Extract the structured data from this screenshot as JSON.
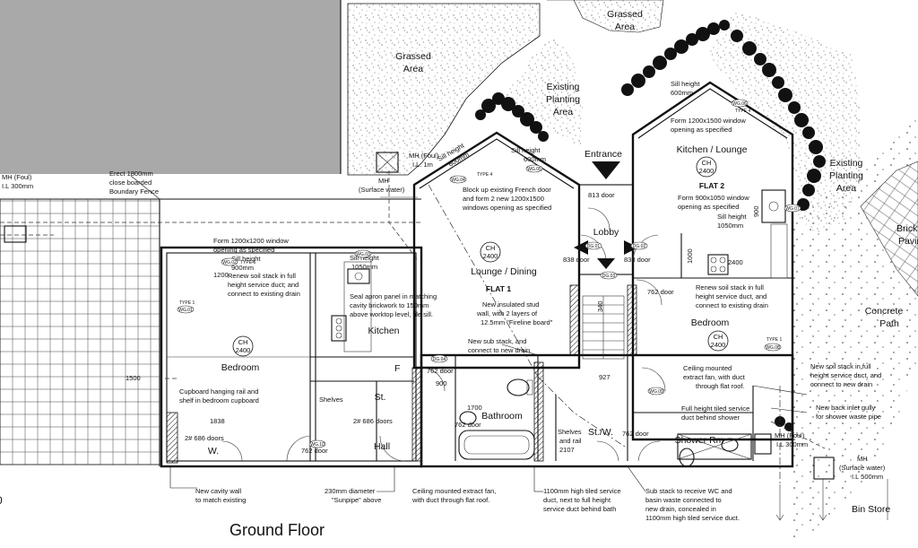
{
  "drawing": {
    "title": "Ground Floor"
  },
  "outside": {
    "grassed_area_1": [
      "Grassed",
      "Area"
    ],
    "grassed_area_2": [
      "Grassed",
      "Area"
    ],
    "planting_1": [
      "Existing",
      "Planting",
      "Area"
    ],
    "planting_2": [
      "Existing",
      "Planting",
      "Area"
    ],
    "concrete_path": [
      "Concrete",
      "Path"
    ],
    "brick_paving": [
      "Brick",
      "Pavin"
    ],
    "bin_store": "Bin Store",
    "fence_note": [
      "Erect 1800mm",
      "close boarded",
      "Boundary Fence"
    ],
    "mh_left": [
      "MH (Foul)",
      "I.L 300mm"
    ],
    "mh_foul_top": [
      "MH (Foul)",
      "I.L. 1m"
    ],
    "mh_surface_top": [
      "MH",
      "(Surface water)"
    ],
    "mh_foul_bottom": [
      "MH (Foul)",
      "I.L 300mm"
    ],
    "mh_surface_bottom": [
      "MH",
      "(Surface water)",
      "I.L 500mm"
    ]
  },
  "flats": {
    "flat1": "FLAT 1",
    "flat2": "FLAT 2",
    "entrance": "Entrance",
    "lobby": "Lobby"
  },
  "rooms": {
    "lounge_dining": "Lounge / Dining",
    "kitchen_lounge": "Kitchen / Lounge",
    "bedroom_left": "Bedroom",
    "bedroom_right": "Bedroom",
    "kitchen": "Kitchen",
    "hall": "Hall",
    "bathroom": "Bathroom",
    "shower_room": "Shower Rm",
    "store": "St.",
    "store_wc": "St./W.",
    "wardrobe": "W."
  },
  "ceiling_heights": {
    "label": "CH",
    "value": "2400"
  },
  "dims": {
    "d1200": "1200",
    "d1500": "1500",
    "d1838": "1838",
    "d900": "900",
    "d1700": "1700",
    "d2107": "2107",
    "d927": "927",
    "d340": "340",
    "d1000": "1000",
    "d900b": "900",
    "d2400": "2400"
  },
  "doors": {
    "d813": "813 door",
    "d838a": "838 door",
    "d838b": "838 door",
    "d762a": "762 door",
    "d762b": "762 door",
    "d762c": "762 door",
    "d762d": "762 door",
    "d762e": "762 door",
    "d686a": "2# 686 doors",
    "d686b": "2# 686 doors"
  },
  "labels": {
    "shelves1": "Shelves",
    "shelves2": "Shelves",
    "and_rail": "and rail",
    "f_label": "F"
  },
  "notes": {
    "form_1200x1200": [
      "Form 1200x1200 window",
      "opening as specified"
    ],
    "sill_900": [
      "Sill height",
      "900mm"
    ],
    "sill_1050_k": [
      "Sill height",
      "1050mm"
    ],
    "sill_600_a": [
      "Sill height",
      "600mm"
    ],
    "sill_600_b": [
      "Sill height",
      "600mm"
    ],
    "sill_600_c": [
      "Sill height",
      "600mm"
    ],
    "renew_stack_left": [
      "Renew soil stack in full",
      "height service duct; and",
      "connect to existing drain"
    ],
    "seal_apron": [
      "Seal apron panel in matching",
      "cavity brickwork to 150mm",
      "above worktop level, tile sill."
    ],
    "french_door": [
      "Block up existing French door",
      "and form 2 new 1200x1500",
      "windows opening as specified"
    ],
    "insulated_wall": [
      "New insulated stud",
      "wall, with 2 layers of",
      "12.5mm \"Fireline board\""
    ],
    "new_sub_stack": [
      "New sub stack, and",
      "connect to new drain"
    ],
    "form_1200x1500": [
      "Form 1200x1500 window",
      "opening as specified"
    ],
    "form_900x1050": [
      "Form 900x1050 window",
      "opening as specified",
      "Sill height",
      "1050mm"
    ],
    "renew_stack_right": [
      "Renew soil stack in full",
      "height service duct, and",
      "connect to existing drain"
    ],
    "ceiling_fan_right": [
      "Ceiling mounted",
      "extract fan, with duct",
      "through flat roof."
    ],
    "tiled_duct": [
      "Full height tiled service",
      "duct behind shower"
    ],
    "new_soil_stack": [
      "New soil stack in full",
      "height service duct, and",
      "connect to new drain"
    ],
    "back_inlet": [
      "New back inlet gully",
      "for shower waste pipe"
    ],
    "cupboard": [
      "Cupboard hanging rail and",
      "shelf in bedroom cupboard"
    ],
    "cavity_wall": [
      "New cavity wall",
      "to match existing"
    ],
    "sunpipe": [
      "230mm diameter",
      "\"Sunpipe\" above"
    ],
    "ceiling_fan_bottom": [
      "Ceiling mounted extract fan,",
      "with duct through flat roof."
    ],
    "tiled_1100": [
      "1100mm high tiled service",
      "duct, next to full height",
      "service duct behind bath"
    ],
    "sub_stack_wc": [
      "Sub stack to receive WC and",
      "basin waste connected to",
      "new drain, concealed in",
      "1100mm high tiled service duct."
    ]
  },
  "tags": {
    "wg01": "WG.01",
    "wg02": "WG.02",
    "wg03": "WG.03",
    "wg04": "WG.04",
    "wg05": "WG.05",
    "wg06": "WG.06",
    "wg07": "WG.07",
    "wg08": "WG.08",
    "wg09": "WG.09",
    "wg10": "WG.10",
    "dg01": "DG.01",
    "dg02": "DG.02",
    "dg03": "DG.03",
    "dg04": "DG.04",
    "type1": "TYPE 1",
    "type4": "TYPE 4",
    "type6": "TYPE 6"
  },
  "colors": {
    "neighbour_fill": "#a9a9a9",
    "line": "#111111"
  }
}
